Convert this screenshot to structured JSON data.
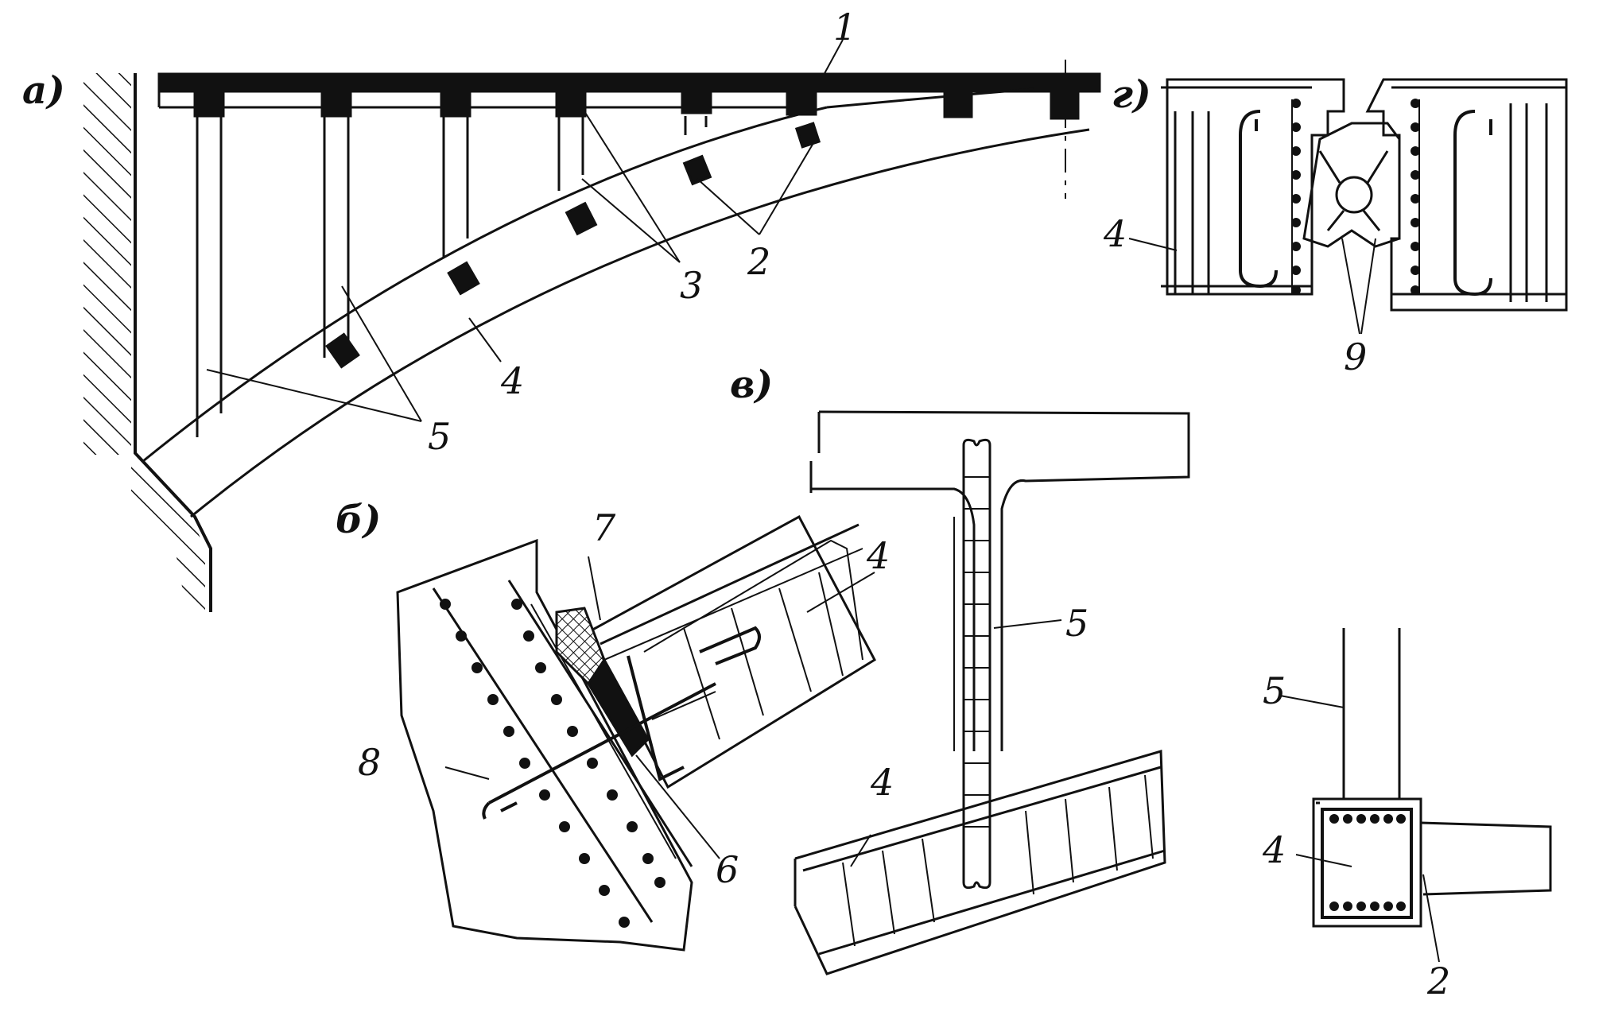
{
  "panels": {
    "a": "а)",
    "b": "б)",
    "v": "в)",
    "g": "г)"
  },
  "callouts": {
    "n1": "1",
    "n2": "2",
    "n3": "3",
    "n4": "4",
    "n5": "5",
    "n6": "6",
    "n7": "7",
    "n8": "8",
    "n9": "9"
  },
  "colors": {
    "ink": "#111111",
    "paper": "#ffffff"
  }
}
